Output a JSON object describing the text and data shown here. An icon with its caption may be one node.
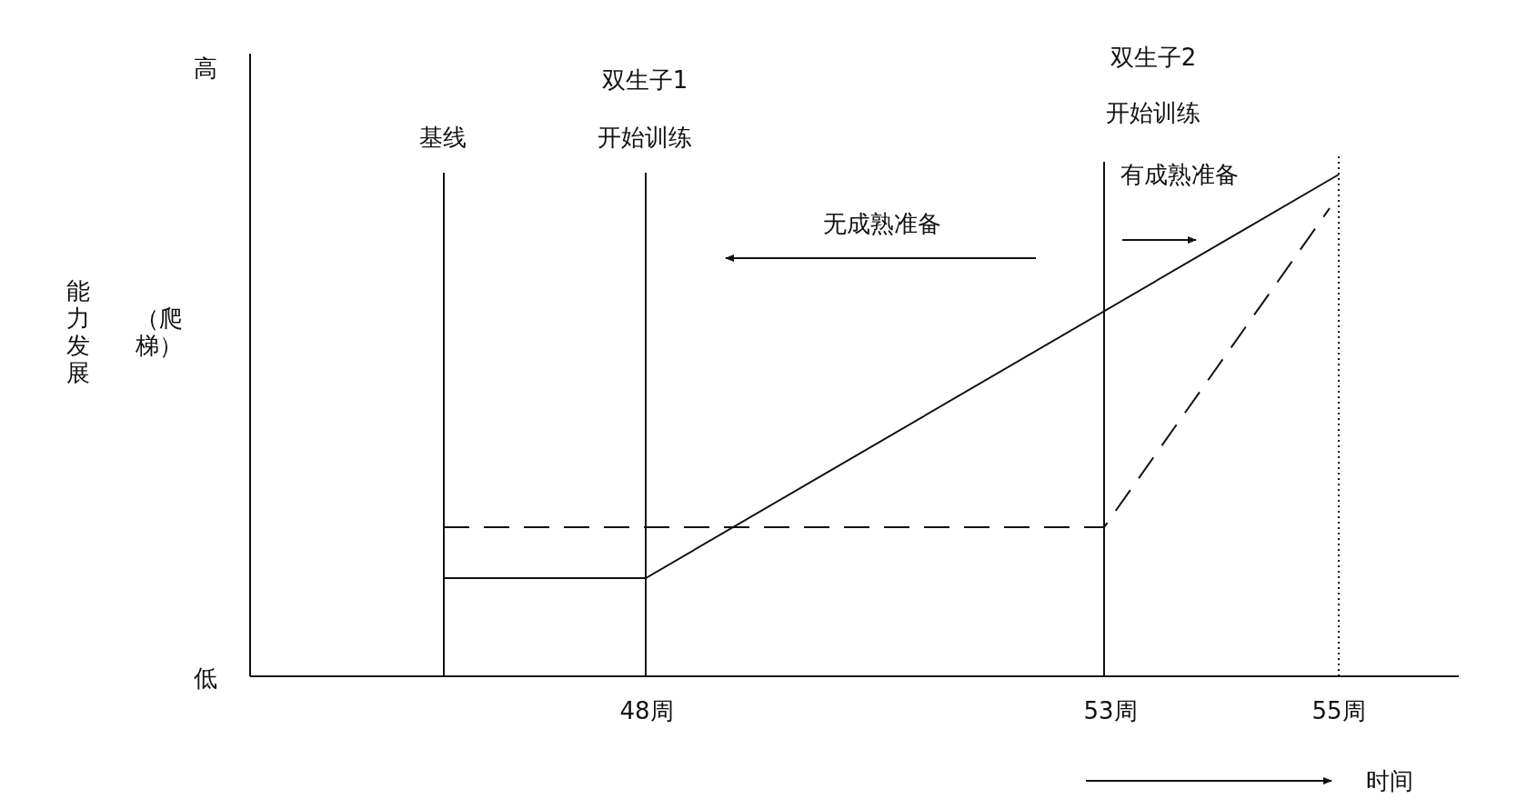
{
  "diagram": {
    "labels": [
      "高",
      "双生子2",
      "双生子1",
      "开始训练",
      "基线",
      "开始训练",
      "有成熟准备",
      "无成熟准备",
      "能力发展",
      "（爬梯）",
      "低",
      "48周",
      "53周",
      "55周",
      "时间"
    ]
  }
}
